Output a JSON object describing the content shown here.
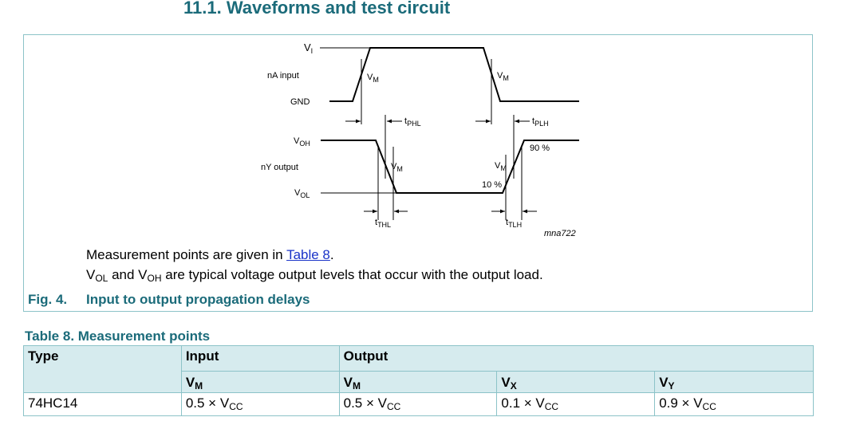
{
  "section_title": "11.1.  Waveforms and test circuit",
  "figure": {
    "labels": {
      "vi": "V",
      "vi_sub": "I",
      "na_input": "nA input",
      "gnd": "GND",
      "voh": "V",
      "voh_sub": "OH",
      "ny_output": "nY output",
      "vol": "V",
      "vol_sub": "OL",
      "vm": "V",
      "vm_sub": "M",
      "tphl": "t",
      "tphl_sub": "PHL",
      "tplh": "t",
      "tplh_sub": "PLH",
      "tthl": "t",
      "tthl_sub": "THL",
      "ttlh": "t",
      "ttlh_sub": "TLH",
      "pct90": "90 %",
      "pct10": "10 %",
      "code": "mna722"
    },
    "note1_prefix": "Measurement points are given in ",
    "note1_link": "Table 8",
    "note1_suffix": ".",
    "note2_v1": "V",
    "note2_v1_sub": "OL",
    "note2_and": " and V",
    "note2_v2_sub": "OH",
    "note2_rest": " are typical voltage output levels that occur with the output load.",
    "caption_num": "Fig. 4.",
    "caption_text": "Input to output propagation delays"
  },
  "table": {
    "title": "Table 8. Measurement points",
    "headers": {
      "type": "Type",
      "input": "Input",
      "output": "Output",
      "vm_in": "V",
      "vm_in_sub": "M",
      "vm_out": "V",
      "vm_out_sub": "M",
      "vx": "V",
      "vx_sub": "X",
      "vy": "V",
      "vy_sub": "Y"
    },
    "row": {
      "type": "74HC14",
      "input_vm": "0.5 × V",
      "input_vm_sub": "CC",
      "output_vm": "0.5 × V",
      "output_vm_sub": "CC",
      "vx": "0.1 × V",
      "vx_sub": "CC",
      "vy": "0.9 × V",
      "vy_sub": "CC"
    }
  }
}
